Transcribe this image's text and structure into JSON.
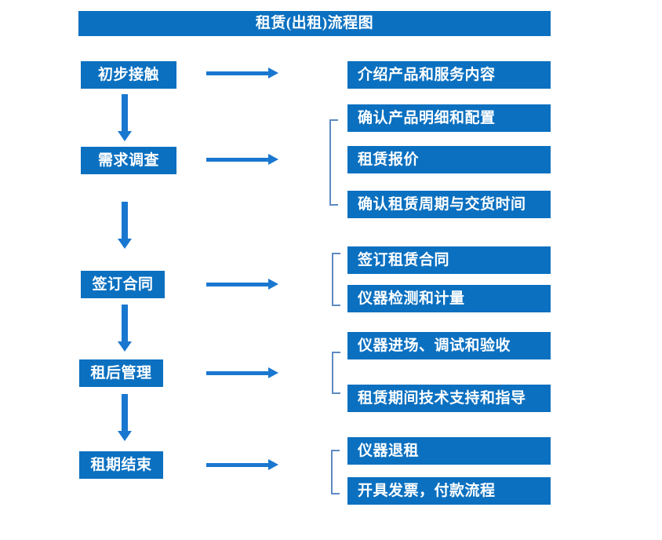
{
  "title": "租赁(出租)流程图",
  "colors": {
    "box_blue": "#0b70c0",
    "arrow_blue": "#1a77d0",
    "bracket_blue": "#5e8ac2",
    "text_white": "#ffffff"
  },
  "left_steps": [
    {
      "label": "初步接触"
    },
    {
      "label": "需求调查"
    },
    {
      "label": "签订合同"
    },
    {
      "label": "租后管理"
    },
    {
      "label": "租期结束"
    }
  ],
  "right_boxes": [
    {
      "label": "介绍产品和服务内容"
    },
    {
      "label": "确认产品明细和配置"
    },
    {
      "label": "租赁报价"
    },
    {
      "label": "确认租赁周期与交货时间"
    },
    {
      "label": "签订租赁合同"
    },
    {
      "label": "仪器检测和计量"
    },
    {
      "label": "仪器进场、调试和验收"
    },
    {
      "label": "租赁期间技术支持和指导"
    },
    {
      "label": "仪器退租"
    },
    {
      "label": "开具发票，付款流程"
    }
  ],
  "flow": [
    {
      "step": "初步接触",
      "details": [
        "介绍产品和服务内容"
      ]
    },
    {
      "step": "需求调查",
      "details": [
        "确认产品明细和配置",
        "租赁报价",
        "确认租赁周期与交货时间"
      ]
    },
    {
      "step": "签订合同",
      "details": [
        "签订租赁合同",
        "仪器检测和计量"
      ]
    },
    {
      "step": "租后管理",
      "details": [
        "仪器进场、调试和验收",
        "租赁期间技术支持和指导"
      ]
    },
    {
      "step": "租期结束",
      "details": [
        "仪器退租",
        "开具发票，付款流程"
      ]
    }
  ]
}
